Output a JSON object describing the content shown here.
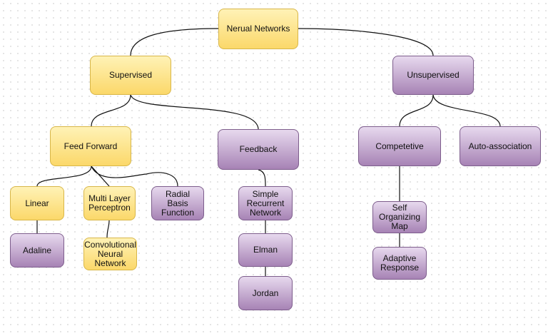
{
  "nodes": {
    "root": "Nerual Networks",
    "supervised": "Supervised",
    "unsupervised": "Unsupervised",
    "feed_forward": "Feed Forward",
    "feedback": "Feedback",
    "competetive": "Competetive",
    "auto_association": "Auto-association",
    "linear": "Linear",
    "mlp": "Multi Layer Perceptron",
    "rbf": "Radial Basis Function",
    "srn": "Simple Recurrent Network",
    "som": "Self Organizing Map",
    "adaline": "Adaline",
    "cnn": "Convolutional Neural Network",
    "elman": "Elman",
    "jordan": "Jordan",
    "adaptive_response": "Adaptive Response"
  }
}
